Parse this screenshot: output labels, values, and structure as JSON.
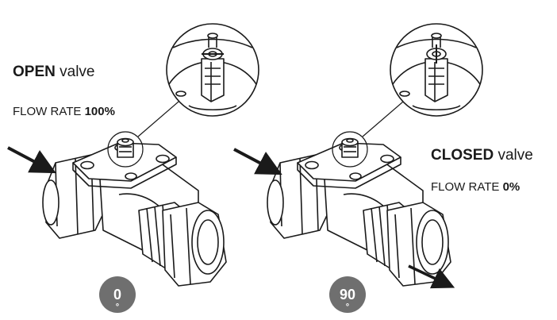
{
  "open_valve": {
    "state_word": "OPEN",
    "state_suffix": "valve",
    "flow_label": "FLOW RATE",
    "flow_value": "100%",
    "angle": "0",
    "angle_unit": "°"
  },
  "closed_valve": {
    "state_word": "CLOSED",
    "state_suffix": "valve",
    "flow_label": "FLOW RATE",
    "flow_value": "0%",
    "angle": "90",
    "angle_unit": "°"
  },
  "colors": {
    "line": "#1a1a1a",
    "badge": "#6f6f6f",
    "badge_text": "#ffffff"
  }
}
